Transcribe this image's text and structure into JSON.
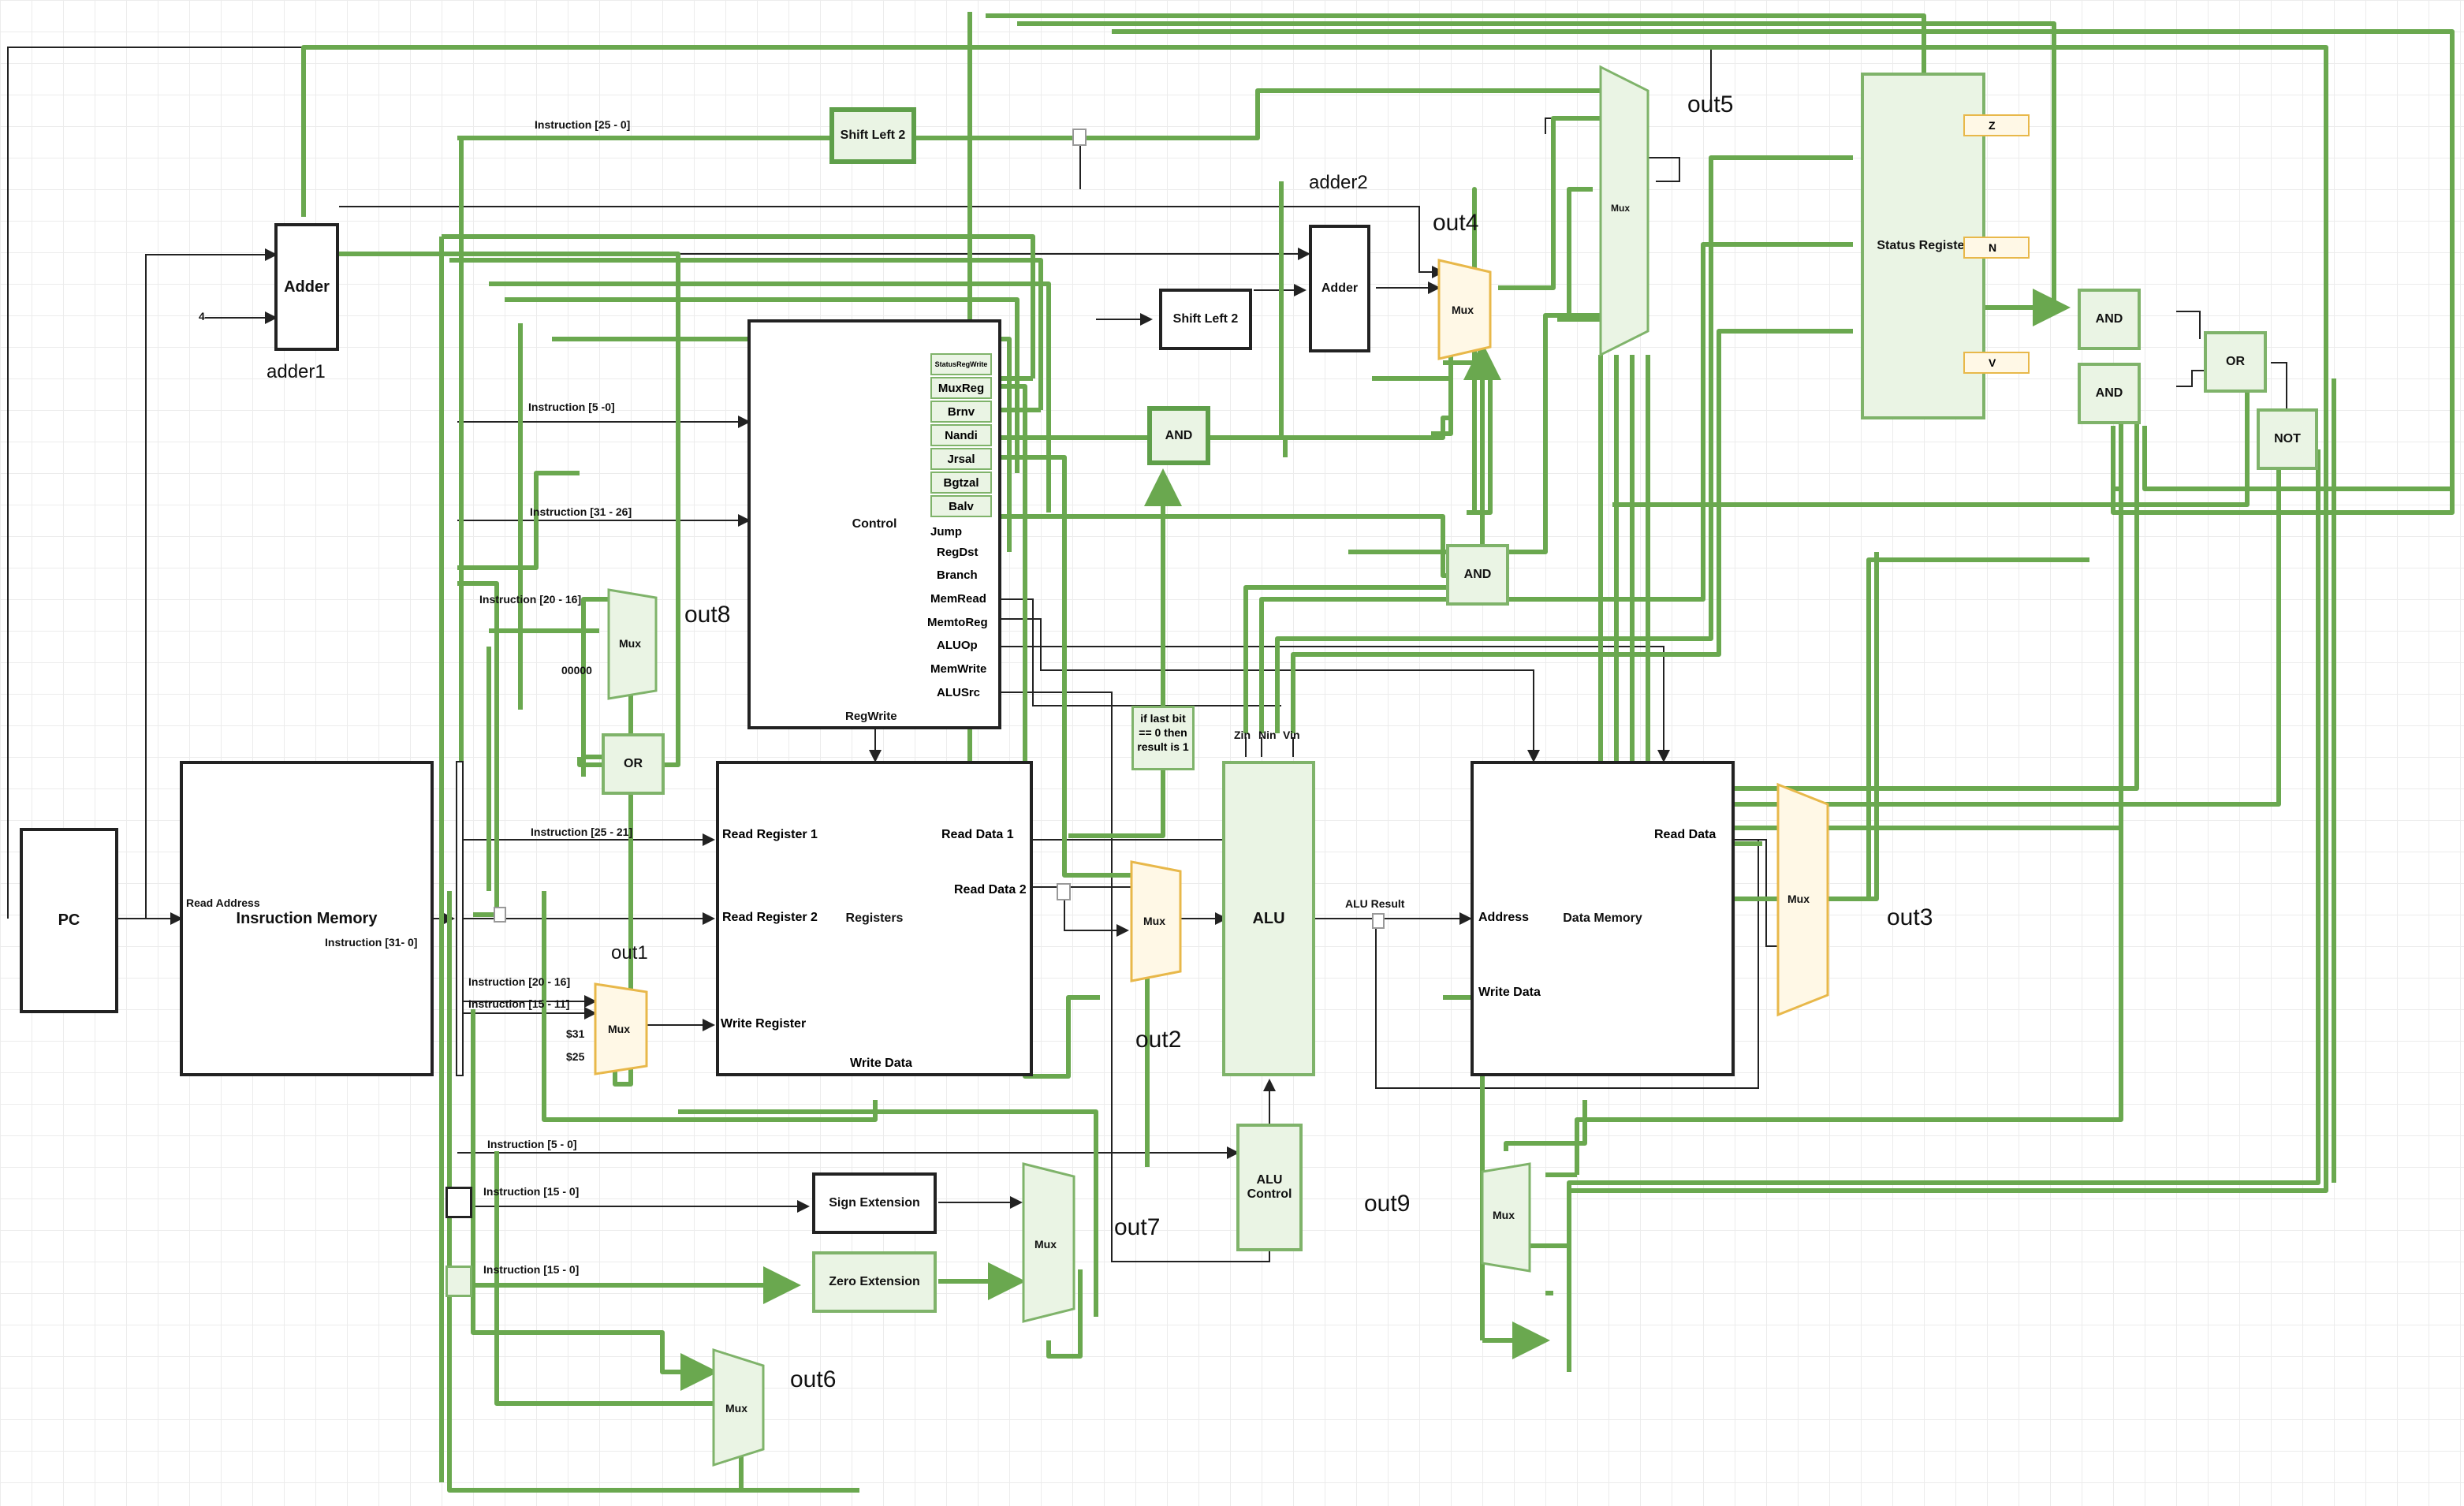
{
  "components": {
    "pc": "PC",
    "instruction_memory": "Insruction Memory",
    "read_address": "Read Address",
    "instruction_31_0_imem": "Instruction [31- 0]",
    "adder1": "Adder",
    "adder1_caption": "adder1",
    "adder1_input": "4",
    "shift_left_2_top": "Shift Left 2",
    "shift_left_2_mid": "Shift Left 2",
    "adder2": "Adder",
    "adder2_caption": "adder2",
    "control": "Control",
    "registers": "Registers",
    "alu": "ALU",
    "alu_control": "ALU Control",
    "data_memory": "Data Memory",
    "status_register": "Status Register",
    "sign_extension": "Sign Extension",
    "zero_extension": "Zero Extension",
    "and_top": "AND",
    "and_mid": "AND",
    "and_right1": "AND",
    "and_right2": "AND",
    "or_left": "OR",
    "or_right": "OR",
    "not_gate": "NOT",
    "last_bit_note": "if last bit == 0 then result is 1"
  },
  "mux": {
    "label": "Mux",
    "out1": "out1",
    "out2": "out2",
    "out3": "out3",
    "out4": "out4",
    "out5": "out5",
    "out6": "out6",
    "out7": "out7",
    "out8": "out8",
    "out9": "out9",
    "mux8_input": "00000",
    "mux1_in_31": "$31",
    "mux1_in_25": "$25"
  },
  "control_signals": {
    "status_reg_write": "StatusRegWrite",
    "mux_reg": "MuxReg",
    "brnv": "Brnv",
    "nandi": "Nandi",
    "jrsal": "Jrsal",
    "bgtzal": "Bgtzal",
    "balv": "Balv",
    "jump": "Jump",
    "reg_dst": "RegDst",
    "branch": "Branch",
    "mem_read": "MemRead",
    "mem_to_reg": "MemtoReg",
    "alu_op": "ALUOp",
    "mem_write": "MemWrite",
    "alu_src": "ALUSrc",
    "reg_write": "RegWrite"
  },
  "register_ports": {
    "read_register_1": "Read Register 1",
    "read_register_2": "Read Register 2",
    "write_register": "Write Register",
    "write_data": "Write Data",
    "read_data_1": "Read Data 1",
    "read_data_2": "Read Data 2"
  },
  "memory_ports": {
    "address": "Address",
    "write_data": "Write Data",
    "read_data": "Read Data"
  },
  "alu_ports": {
    "zin": "Zin",
    "nin": "Nin",
    "vin": "Vin",
    "alu_result": "ALU Result"
  },
  "status_flags": {
    "z": "Z",
    "n": "N",
    "v": "V"
  },
  "bus_labels": {
    "instr_25_0": "Instruction [25 - 0]",
    "instr_5_0_top": "Instruction [5 -0]",
    "instr_31_26": "Instruction [31 - 26]",
    "instr_20_16_top": "Instruction [20 - 16]",
    "instr_25_21": "Instruction [25 - 21]",
    "instr_20_16": "Instruction [20 - 16]",
    "instr_15_11": "Instruction [15 - 11]",
    "instr_5_0_bottom": "Instruction [5 - 0]",
    "instr_15_0_sign": "Instruction [15 - 0]",
    "instr_15_0_zero": "Instruction [15 - 0]"
  },
  "colors": {
    "green_wire": "#6aa84f",
    "green_fill": "#eaf4e4",
    "mux_orange": "#e8b84a",
    "black_wire": "#222222"
  }
}
